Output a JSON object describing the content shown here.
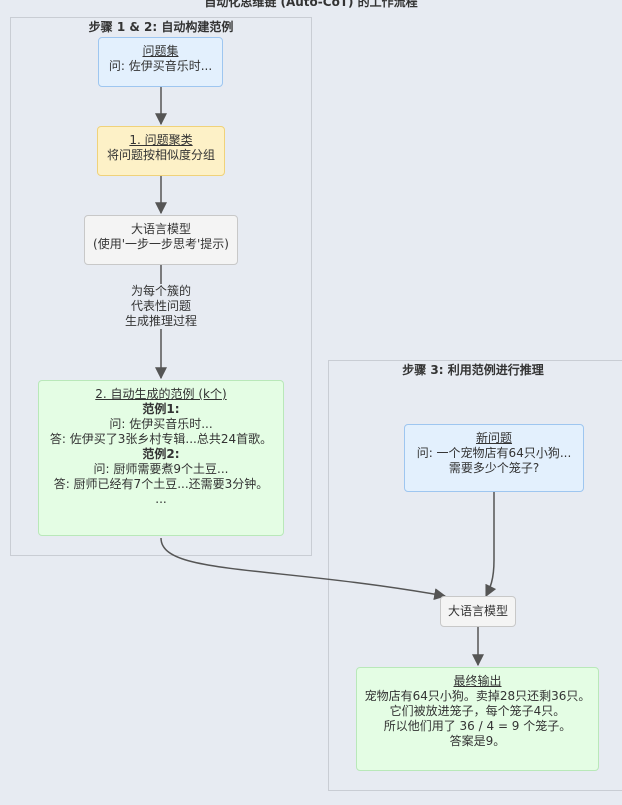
{
  "title": "自动化思维链 (Auto-CoT) 的工作流程",
  "clusters": {
    "build": {
      "label": "步骤 1 & 2: 自动构建范例"
    },
    "infer": {
      "label": "步骤 3: 利用范例进行推理"
    }
  },
  "nodes": {
    "question_set": {
      "title": "问题集",
      "line1": "问: 佐伊买音乐时..."
    },
    "clustering": {
      "title": "1. 问题聚类",
      "line1": "将问题按相似度分组"
    },
    "llm1": {
      "line1": "大语言模型",
      "line2": "(使用'一步一步思考'提示)"
    },
    "demos": {
      "title": "2. 自动生成的范例 (k个)",
      "ex1_label": "范例1:",
      "ex1_q": "问: 佐伊买音乐时...",
      "ex1_a": "答: 佐伊买了3张乡村专辑...总共24首歌。",
      "ex2_label": "范例2:",
      "ex2_q": "问: 厨师需要煮9个土豆...",
      "ex2_a": "答: 厨师已经有7个土豆...还需要3分钟。",
      "ellipsis": "..."
    },
    "new_question": {
      "title": "新问题",
      "line1": "问: 一个宠物店有64只小狗...",
      "line2": "需要多少个笼子?"
    },
    "llm2": {
      "line1": "大语言模型"
    },
    "final": {
      "title": "最终输出",
      "line1": "宠物店有64只小狗。卖掉28只还剩36只。",
      "line2": "它们被放进笼子，每个笼子4只。",
      "line3": "所以他们用了 36 / 4 = 9 个笼子。",
      "line4": "答案是9。"
    }
  },
  "edges": {
    "llm_to_demos": {
      "line1": "为每个簇的",
      "line2": "代表性问题",
      "line3": "生成推理过程"
    }
  },
  "colors": {
    "arrow": "#555555"
  }
}
